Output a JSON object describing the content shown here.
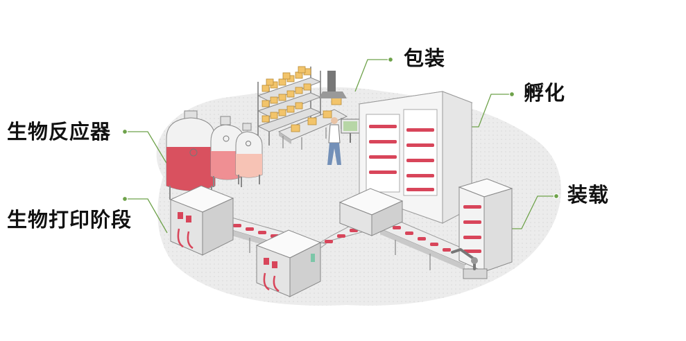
{
  "labels": {
    "packaging": "包装",
    "incubation": "孵化",
    "bioreactor": "生物反应器",
    "loading": "装载",
    "bioprinting": "生物打印阶段"
  },
  "colors": {
    "leader": "#6ea24a",
    "floor": "#ececec",
    "tank_dark": "#d9515f",
    "tank_mid": "#ef8f93",
    "tank_light": "#f7c3b5",
    "meat": "#d8455a",
    "box": "#f2c46b"
  }
}
